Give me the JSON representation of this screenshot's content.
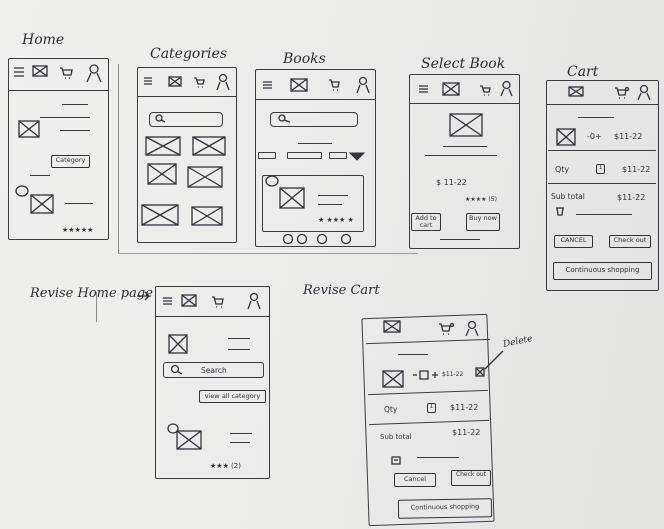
{
  "labels": {
    "home": "Home",
    "categories": "Categories",
    "books": "Books",
    "select_book": "Select Book",
    "cart": "Cart",
    "revise_home": "Revise Home page",
    "revise_cart": "Revise Cart"
  },
  "home": {
    "category_btn": "Category",
    "stars": "★★★★★"
  },
  "select_book": {
    "price": "$ 11-22",
    "stars": "★★★★ (5)",
    "add_to_cart": "Add to cart",
    "buy_now": "Buy now"
  },
  "cart": {
    "item_qty": "-0+",
    "item_price": "$11-22",
    "qty_label": "Qty",
    "qty_value": "1",
    "qty_price": "$11-22",
    "subtotal_label": "Sub total",
    "subtotal_value": "$11-22",
    "cancel": "CANCEL",
    "check_out": "Check out",
    "continue": "Continuous shopping"
  },
  "revise_home": {
    "search": "Search",
    "view_all": "view all category",
    "rating": "★★★ (2)"
  },
  "revise_cart": {
    "item_price": "$11-22",
    "delete_note": "Delete",
    "qty_label": "Qty",
    "qty_value": "1",
    "qty_price": "$11-22",
    "subtotal_label": "Sub total",
    "subtotal_value": "$11-22",
    "cancel": "Cancel",
    "check_out": "Check out",
    "continue": "Continuous shopping"
  }
}
